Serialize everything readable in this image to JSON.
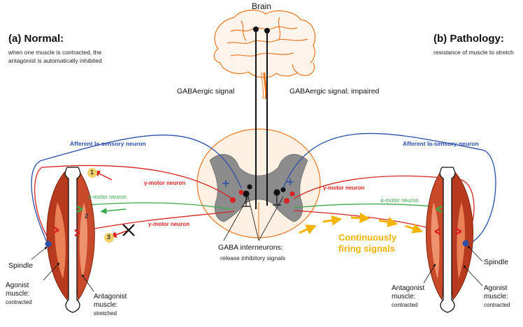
{
  "brain_label": "Brain",
  "panel_a": {
    "title": "(a) Normal:",
    "subtitle_line1": "when one muscle is contracted, the",
    "subtitle_line2": "antagonist is automatically inhibited"
  },
  "panel_b": {
    "title": "(b) Pathology:",
    "subtitle": "resistance of muscle to stretch"
  },
  "signals": {
    "gaba_left": "GABAergic signal",
    "gaba_right": "GABAergic signal: impaired"
  },
  "neurons": {
    "afferent_left": "Afferent Ia-sensory neuron",
    "afferent_right": "Afferent Ia-sensory neuron",
    "gamma_1": "γ-motor neuron",
    "alpha_left": "α-motor neuron",
    "gamma_3": "γ-motor neuron",
    "gamma_right": "γ-motor neuron",
    "alpha_right": "α-motor neuron"
  },
  "steps": [
    "1",
    "2",
    "3"
  ],
  "interneurons": {
    "line1": "GABA interneurons:",
    "line2": "release inhibitory signals"
  },
  "continuous": {
    "line1": "Continuously",
    "line2": "firing signals"
  },
  "muscles": {
    "spindle_left": "Spindle",
    "agonist_left_line1": "Agonist",
    "agonist_left_line2": "muscle:",
    "agonist_left_state": "contracted",
    "antagonist_left_line1": "Antagonist",
    "antagonist_left_line2": "muscle:",
    "antagonist_left_state": "stretched",
    "spindle_right": "Spindle",
    "antagonist_right_line1": "Antagonist",
    "antagonist_right_line2": "muscle:",
    "antagonist_right_state": "contracted",
    "agonist_right_line1": "Agonist",
    "agonist_right_line2": "muscle:",
    "agonist_right_state": "contracted"
  },
  "colors": {
    "afferent": "#2b4fa8",
    "gamma": "#d82222",
    "alpha": "#3aa84a",
    "continuous": "#f4b400",
    "spinal_outline": "#e87722",
    "gray_matter": "#8c8c8c",
    "muscle": "#b83a1e"
  }
}
